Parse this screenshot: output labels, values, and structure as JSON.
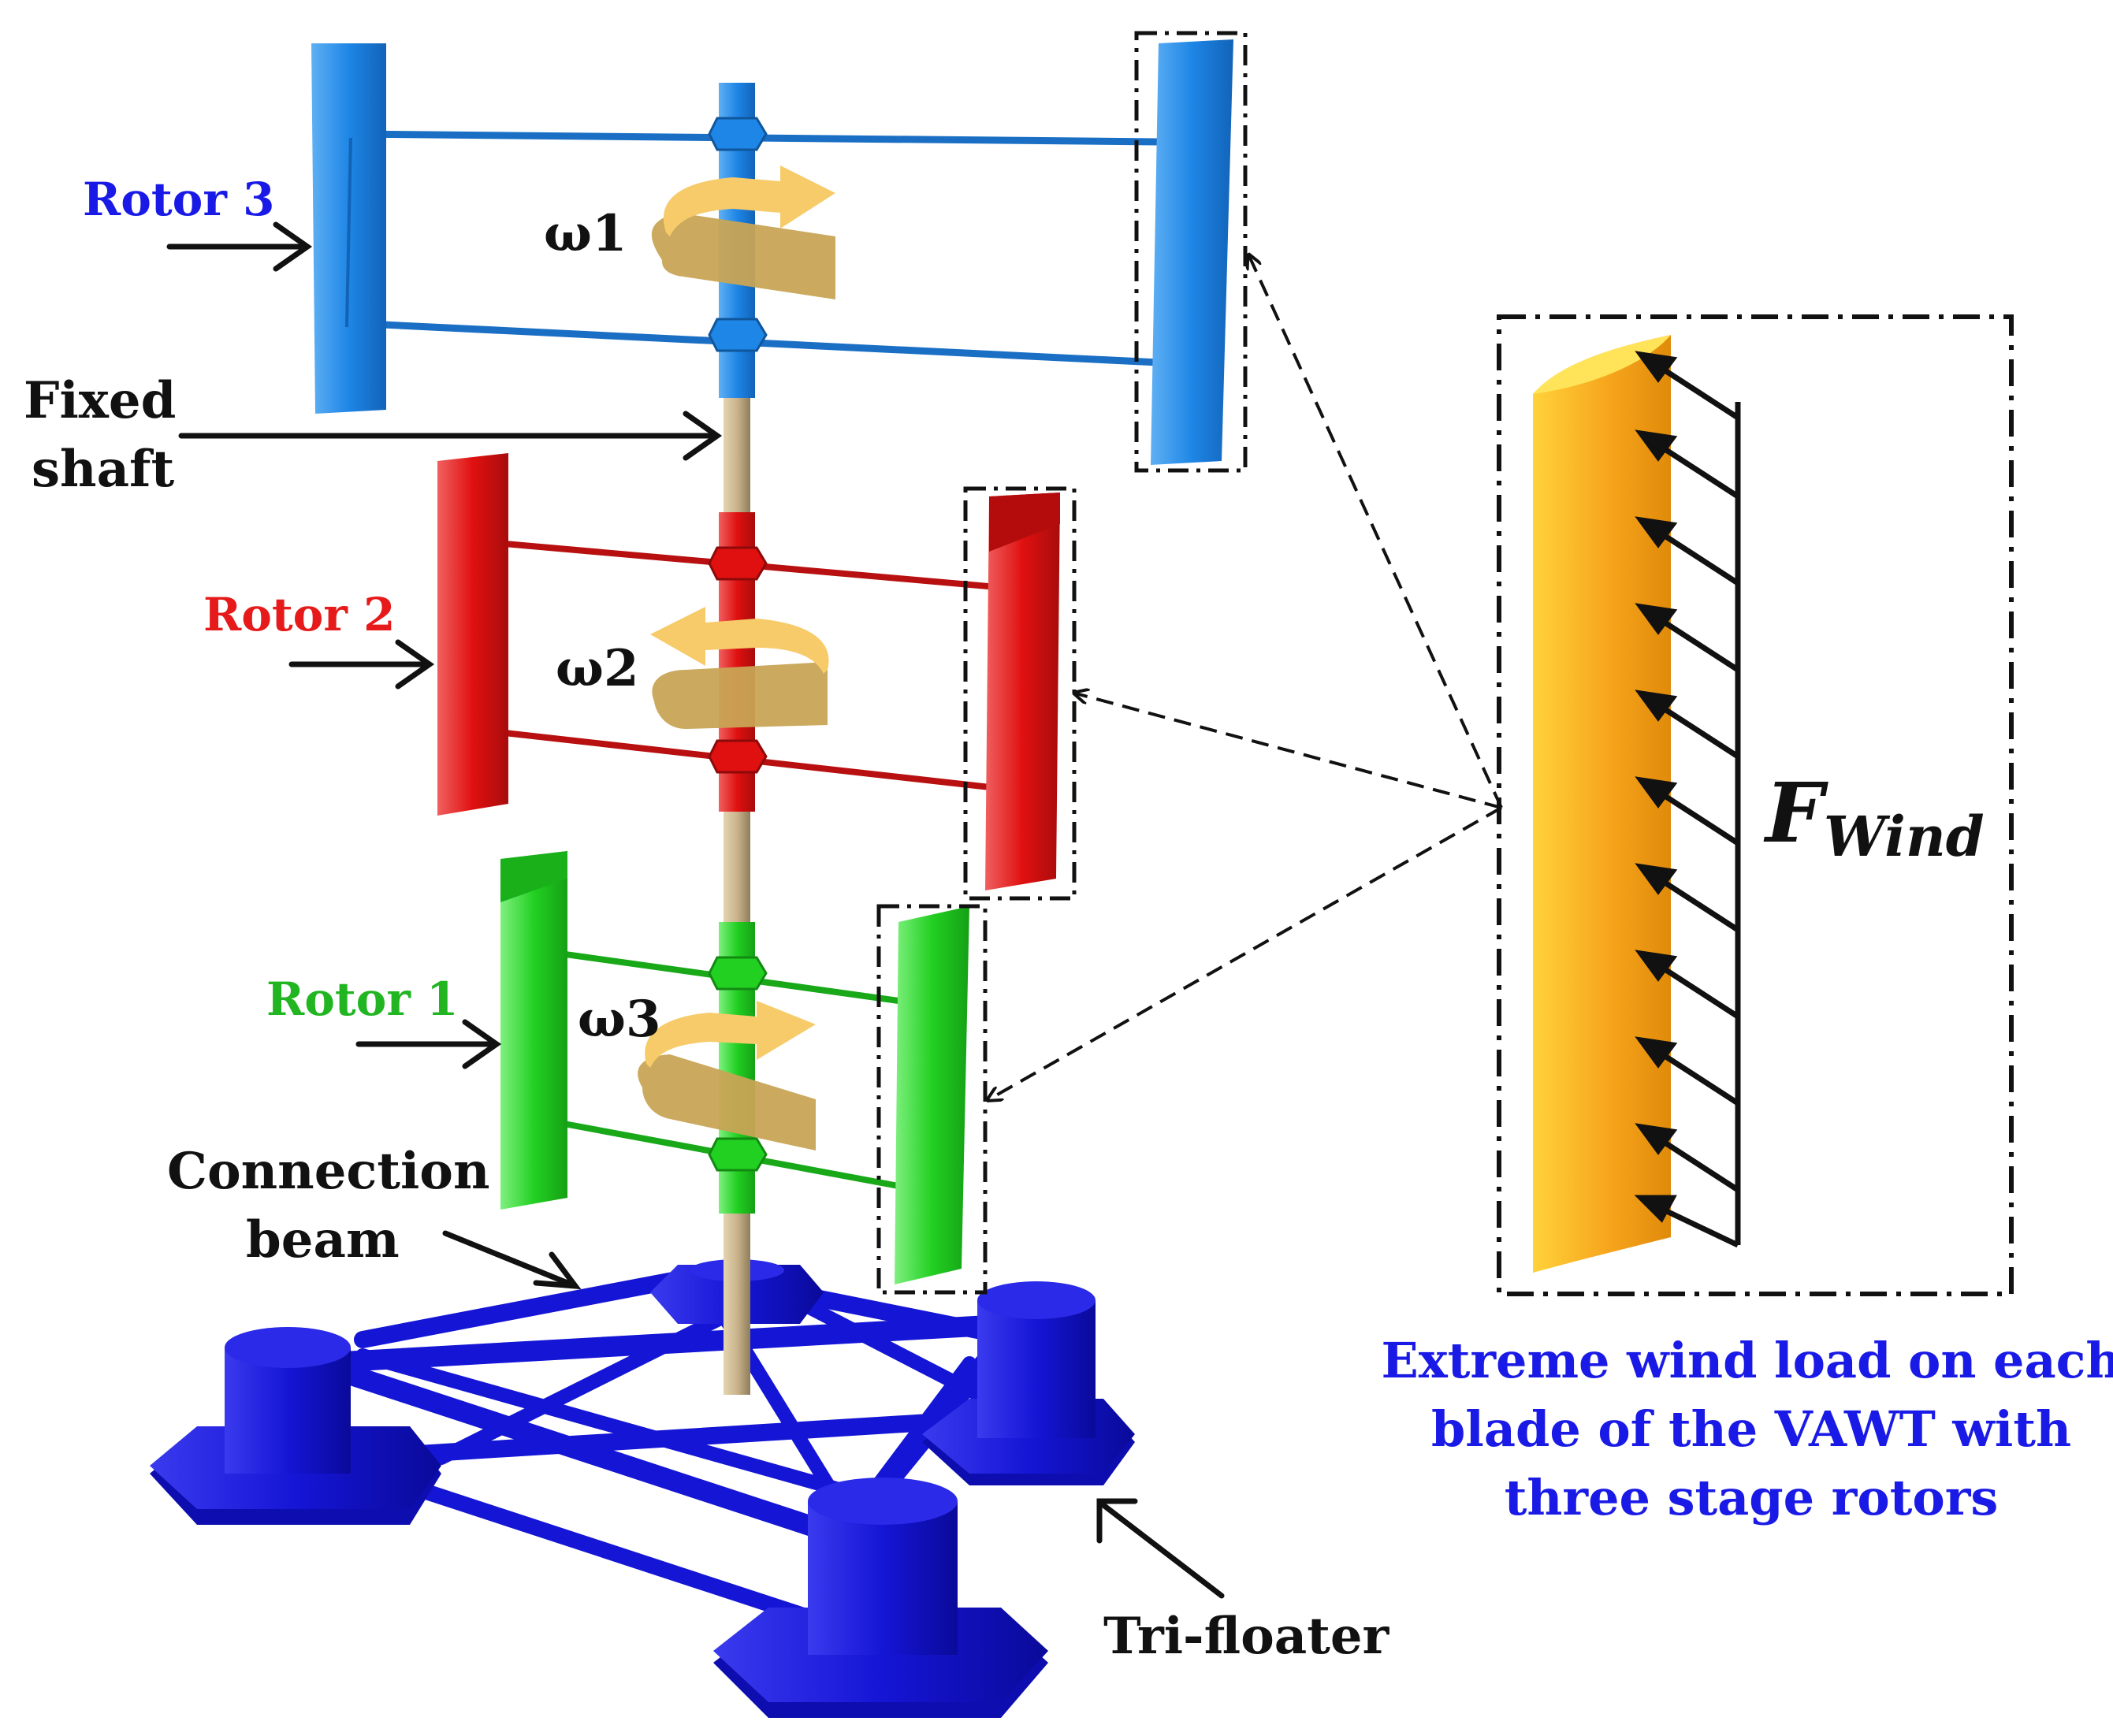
{
  "labels": {
    "rotor3": "Rotor 3",
    "rotor2": "Rotor 2",
    "rotor1": "Rotor 1",
    "omega1": "ω1",
    "omega2": "ω2",
    "omega3": "ω3",
    "fixed_shaft_line1": "Fixed",
    "fixed_shaft_line2": "shaft",
    "connection_beam_line1": "Connection",
    "connection_beam_line2": "beam",
    "tri_floater": "Tri-floater",
    "force_main": "F",
    "force_sub": "Wind",
    "caption_line1": "Extreme wind load on each",
    "caption_line2": "blade of the VAWT with",
    "caption_line3": "three stage rotors"
  },
  "colors": {
    "rotor3": "#1e86e6",
    "rotor3_label": "#1a1ae6",
    "rotor2": "#e01010",
    "rotor2_label": "#e61a1a",
    "rotor1": "#22d022",
    "rotor1_label": "#22b522",
    "shaft": "#c9b48c",
    "floater": "#1515d6",
    "rotation_arrow": "#e8c066",
    "blade_detail": "#f7a51c",
    "caption": "#1a1ae6",
    "text": "#111111"
  }
}
